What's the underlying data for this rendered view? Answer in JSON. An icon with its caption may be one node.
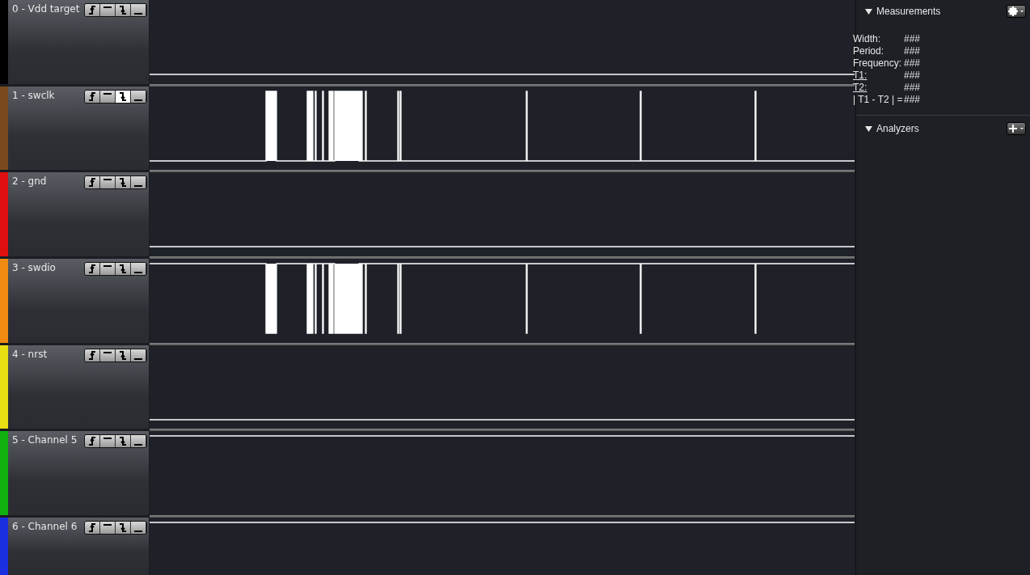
{
  "diagram": {
    "labels": [
      "0 - Vdd target",
      "1 - swclk",
      "2 - gnd",
      "3 - swdio",
      "4 - nrst",
      "5 - Channel 5",
      "6 - Channel 6",
      "Measurements",
      "Width:",
      "###",
      "Period:",
      "###",
      "Frequency:",
      "###",
      "T1:",
      "###",
      "T2:",
      "###",
      "| T1 - T2 | =",
      "###",
      "Analyzers"
    ]
  }
}
